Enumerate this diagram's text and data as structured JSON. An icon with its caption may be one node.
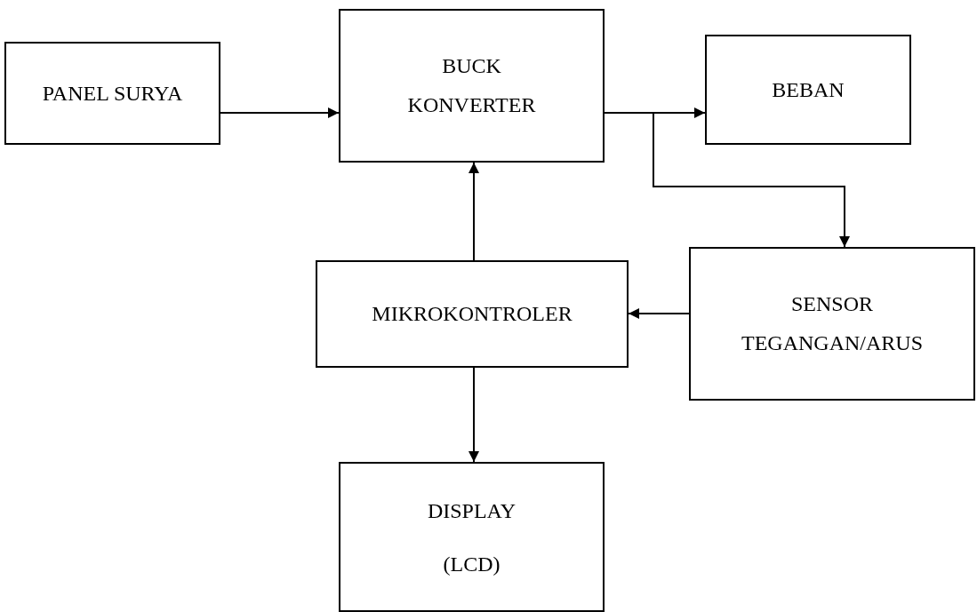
{
  "diagram": {
    "nodes": [
      {
        "text": [
          "PANEL SURYA"
        ]
      },
      {
        "text": [
          "BUCK KONVERTER"
        ]
      },
      {
        "text": [
          "BEBAN"
        ]
      },
      {
        "text": [
          "MIKROKONTROLER"
        ]
      },
      {
        "text": [
          "SENSOR TEGANGAN/ARUS"
        ]
      },
      {
        "text": [
          "DISPLAY (LCD)"
        ]
      }
    ],
    "edges": [
      {
        "from": 0,
        "to": 1,
        "arrow": "to"
      },
      {
        "from": 1,
        "to": 2,
        "arrow": "to"
      },
      {
        "from": 1,
        "to": 4,
        "arrow": "to"
      },
      {
        "from": 4,
        "to": 3,
        "arrow": "to"
      },
      {
        "from": 3,
        "to": 1,
        "arrow": "to"
      },
      {
        "from": 3,
        "to": 5,
        "arrow": "to"
      }
    ]
  }
}
